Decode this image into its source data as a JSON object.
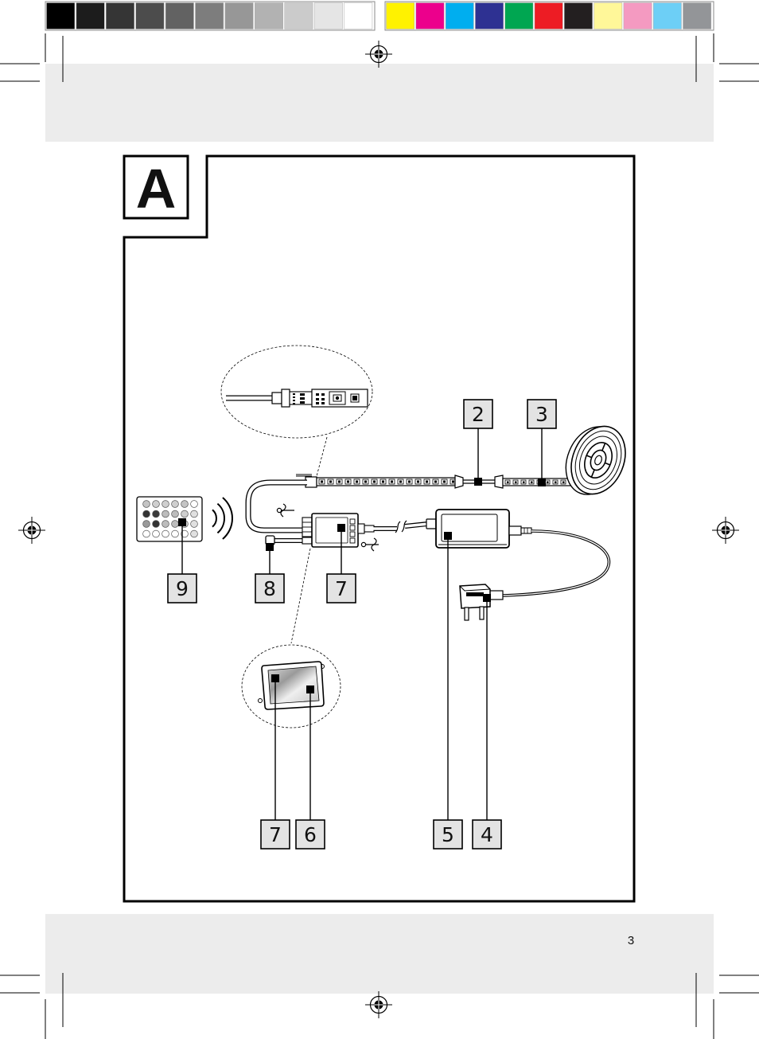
{
  "figure": {
    "label": "A"
  },
  "callouts": [
    "2",
    "3",
    "9",
    "8",
    "7",
    "7",
    "6",
    "5",
    "4"
  ],
  "page_number": "3",
  "print_marks": {
    "gray_patches": [
      "#000000",
      "#1c1c1c",
      "#353535",
      "#4c4c4c",
      "#626262",
      "#7d7d7d",
      "#979797",
      "#b2b2b2",
      "#cbcbcb",
      "#e5e5e5",
      "#ffffff"
    ],
    "color_patches": [
      "#fff200",
      "#ec008c",
      "#00aeef",
      "#2e3192",
      "#00a651",
      "#ed1c24",
      "#231f20",
      "#fff799",
      "#f49ac1",
      "#6dcff6",
      "#939598"
    ]
  }
}
